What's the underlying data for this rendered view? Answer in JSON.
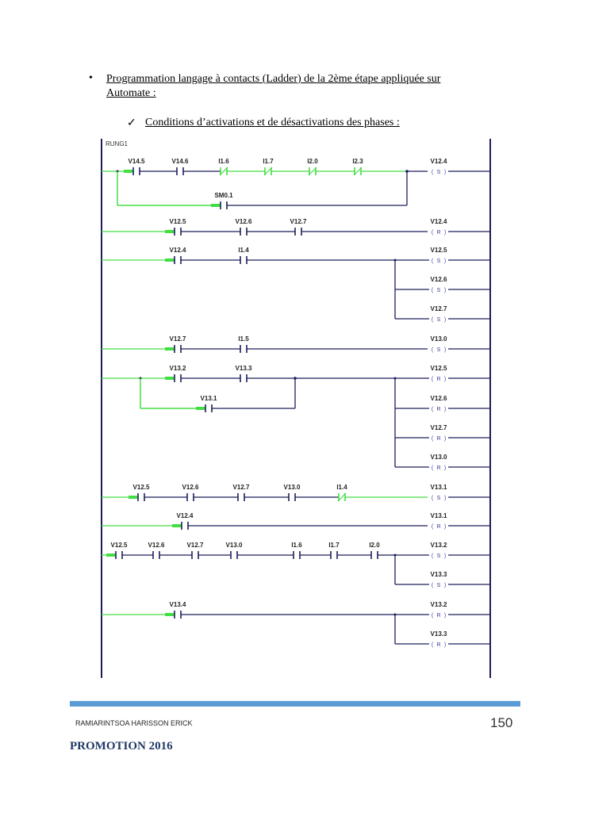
{
  "heading": {
    "bullet": "•",
    "text": "Programmation langage à contacts (Ladder) de la 2ème étape appliquée sur Automate :"
  },
  "subheading": {
    "check": "✓",
    "text": "Conditions d’activations et de désactivations des phases :"
  },
  "ladder": {
    "title": "RUNG1",
    "colors": {
      "wire": "#1c1f5a",
      "energized": "#44dd44",
      "coil": "#3a3aa0"
    },
    "rungs": [
      {
        "contacts": [
          {
            "label": "V14.5",
            "type": "NO",
            "energized": true
          },
          {
            "label": "V14.6",
            "type": "NO",
            "energized": false
          },
          {
            "label": "I1.6",
            "type": "NC",
            "energized": true
          },
          {
            "label": "I1.7",
            "type": "NC",
            "energized": true
          },
          {
            "label": "I2.0",
            "type": "NC",
            "energized": true
          },
          {
            "label": "I2.3",
            "type": "NC",
            "energized": true
          }
        ],
        "branch": [
          {
            "label": "SM0.1",
            "type": "NO",
            "energized": true
          }
        ],
        "coils": [
          {
            "label": "V12.4",
            "kind": "S"
          }
        ]
      },
      {
        "contacts": [
          {
            "label": "V12.5",
            "type": "NO",
            "energized": true
          },
          {
            "label": "V12.6",
            "type": "NO",
            "energized": false
          },
          {
            "label": "V12.7",
            "type": "NO",
            "energized": false
          }
        ],
        "coils": [
          {
            "label": "V12.4",
            "kind": "R"
          }
        ]
      },
      {
        "contacts": [
          {
            "label": "V12.4",
            "type": "NO",
            "energized": true
          },
          {
            "label": "I1.4",
            "type": "NO",
            "energized": false
          }
        ],
        "coils": [
          {
            "label": "V12.5",
            "kind": "S"
          },
          {
            "label": "V12.6",
            "kind": "S"
          },
          {
            "label": "V12.7",
            "kind": "S"
          }
        ]
      },
      {
        "contacts": [
          {
            "label": "V12.7",
            "type": "NO",
            "energized": true
          },
          {
            "label": "I1.5",
            "type": "NO",
            "energized": false
          }
        ],
        "coils": [
          {
            "label": "V13.0",
            "kind": "S"
          }
        ]
      },
      {
        "contacts": [
          {
            "label": "V13.2",
            "type": "NO",
            "energized": true
          },
          {
            "label": "V13.3",
            "type": "NO",
            "energized": false
          }
        ],
        "branch": [
          {
            "label": "V13.1",
            "type": "NO",
            "energized": true
          }
        ],
        "coils": [
          {
            "label": "V12.5",
            "kind": "R"
          },
          {
            "label": "V12.6",
            "kind": "R"
          },
          {
            "label": "V12.7",
            "kind": "R"
          },
          {
            "label": "V13.0",
            "kind": "R"
          }
        ]
      },
      {
        "contacts": [
          {
            "label": "V12.5",
            "type": "NO",
            "energized": true
          },
          {
            "label": "V12.6",
            "type": "NO",
            "energized": false
          },
          {
            "label": "V12.7",
            "type": "NO",
            "energized": false
          },
          {
            "label": "V13.0",
            "type": "NO",
            "energized": false
          },
          {
            "label": "I1.4",
            "type": "NC",
            "energized": true
          }
        ],
        "coils": [
          {
            "label": "V13.1",
            "kind": "S"
          }
        ]
      },
      {
        "contacts": [
          {
            "label": "V12.4",
            "type": "NO",
            "energized": true
          }
        ],
        "coils": [
          {
            "label": "V13.1",
            "kind": "R"
          }
        ]
      },
      {
        "contacts": [
          {
            "label": "V12.5",
            "type": "NO",
            "energized": true
          },
          {
            "label": "V12.6",
            "type": "NO",
            "energized": false
          },
          {
            "label": "V12.7",
            "type": "NO",
            "energized": false
          },
          {
            "label": "V13.0",
            "type": "NO",
            "energized": false
          },
          {
            "label": "I1.6",
            "type": "NO",
            "energized": false
          },
          {
            "label": "I1.7",
            "type": "NO",
            "energized": false
          },
          {
            "label": "I2.0",
            "type": "NO",
            "energized": false
          }
        ],
        "coils": [
          {
            "label": "V13.2",
            "kind": "S"
          },
          {
            "label": "V13.3",
            "kind": "S"
          }
        ]
      },
      {
        "contacts": [
          {
            "label": "V13.4",
            "type": "NO",
            "energized": true
          }
        ],
        "coils": [
          {
            "label": "V13.2",
            "kind": "R"
          },
          {
            "label": "V13.3",
            "kind": "R"
          }
        ]
      }
    ]
  },
  "footer": {
    "author": "RAMIARINTSOA HARISSON ERICK",
    "page_number": "150",
    "promotion": "PROMOTION 2016"
  }
}
